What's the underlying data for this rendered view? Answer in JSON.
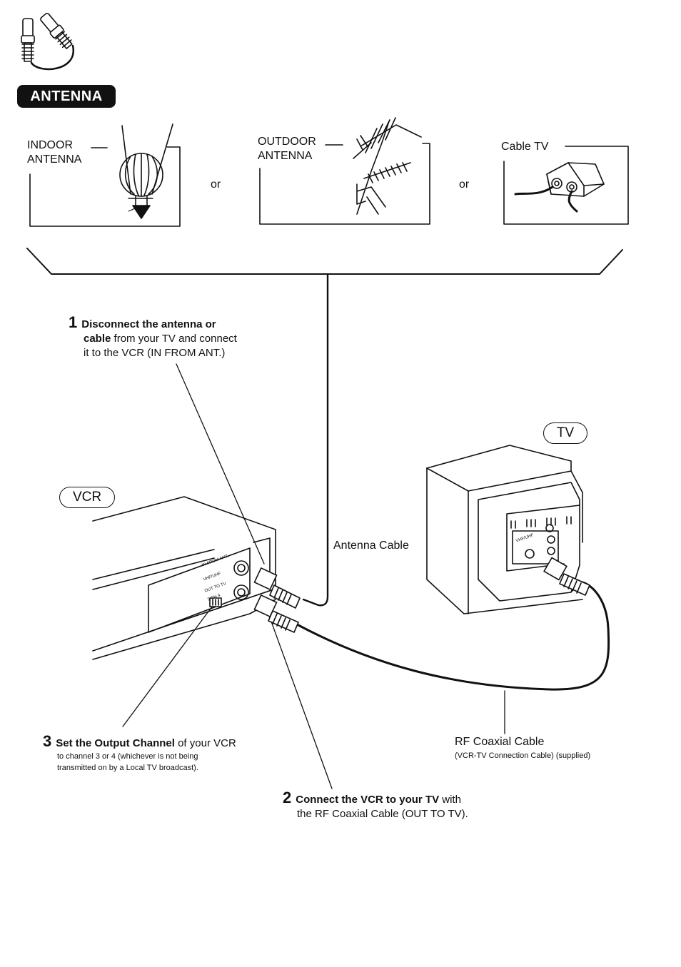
{
  "header": {
    "badge": "ANTENNA"
  },
  "sources": {
    "indoor": [
      "INDOOR",
      "ANTENNA"
    ],
    "outdoor": [
      "OUTDOOR",
      "ANTENNA"
    ],
    "cable": "Cable TV",
    "or_1": "or",
    "or_2": "or"
  },
  "devices": {
    "vcr": "VCR",
    "tv": "TV"
  },
  "vcr_panel": {
    "in_from_ant": "IN FROM ANT.",
    "vhf_uhf": "VHF/UHF",
    "out_to_tv": "OUT TO TV",
    "ch_switch": "3 CH 4"
  },
  "tv_panel": {
    "vhf_uhf": "VHF/UHF"
  },
  "cables": {
    "antenna": "Antenna Cable",
    "rf": "RF Coaxial Cable",
    "rf_note": "(VCR-TV Connection Cable) (supplied)"
  },
  "steps": {
    "s1": {
      "num": "1",
      "bold": "Disconnect the antenna or",
      "bold2": "cable",
      "rest": " from your TV and connect",
      "line3": "it to the VCR (IN FROM ANT.)"
    },
    "s2": {
      "num": "2",
      "bold": "Connect the VCR to your TV",
      "rest": " with",
      "line2": "the RF Coaxial Cable (OUT TO TV)."
    },
    "s3": {
      "num": "3",
      "bold": "Set the Output Channel",
      "rest": " of your VCR",
      "line2": "to channel 3 or 4 (whichever is not being",
      "line3": "transmitted on by a Local TV broadcast)."
    }
  }
}
